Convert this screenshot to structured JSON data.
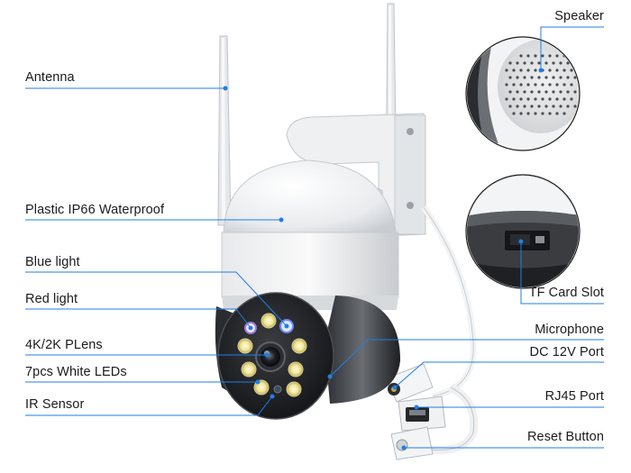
{
  "callouts": {
    "antenna": "Antenna",
    "housing": "Plastic IP66 Waterproof",
    "blue_light": "Blue light",
    "red_light": "Red light",
    "lens": "4K/2K PLens",
    "white_leds": "7pcs White LEDs",
    "ir_sensor": "IR Sensor",
    "speaker": "Speaker",
    "tf_slot": "TF Card Slot",
    "microphone": "Microphone",
    "dc_port": "DC 12V Port",
    "rj45_port": "RJ45 Port",
    "reset_button": "Reset Button"
  },
  "colors": {
    "callout_line": "#1f7fe6",
    "text": "#1b1b1b"
  }
}
